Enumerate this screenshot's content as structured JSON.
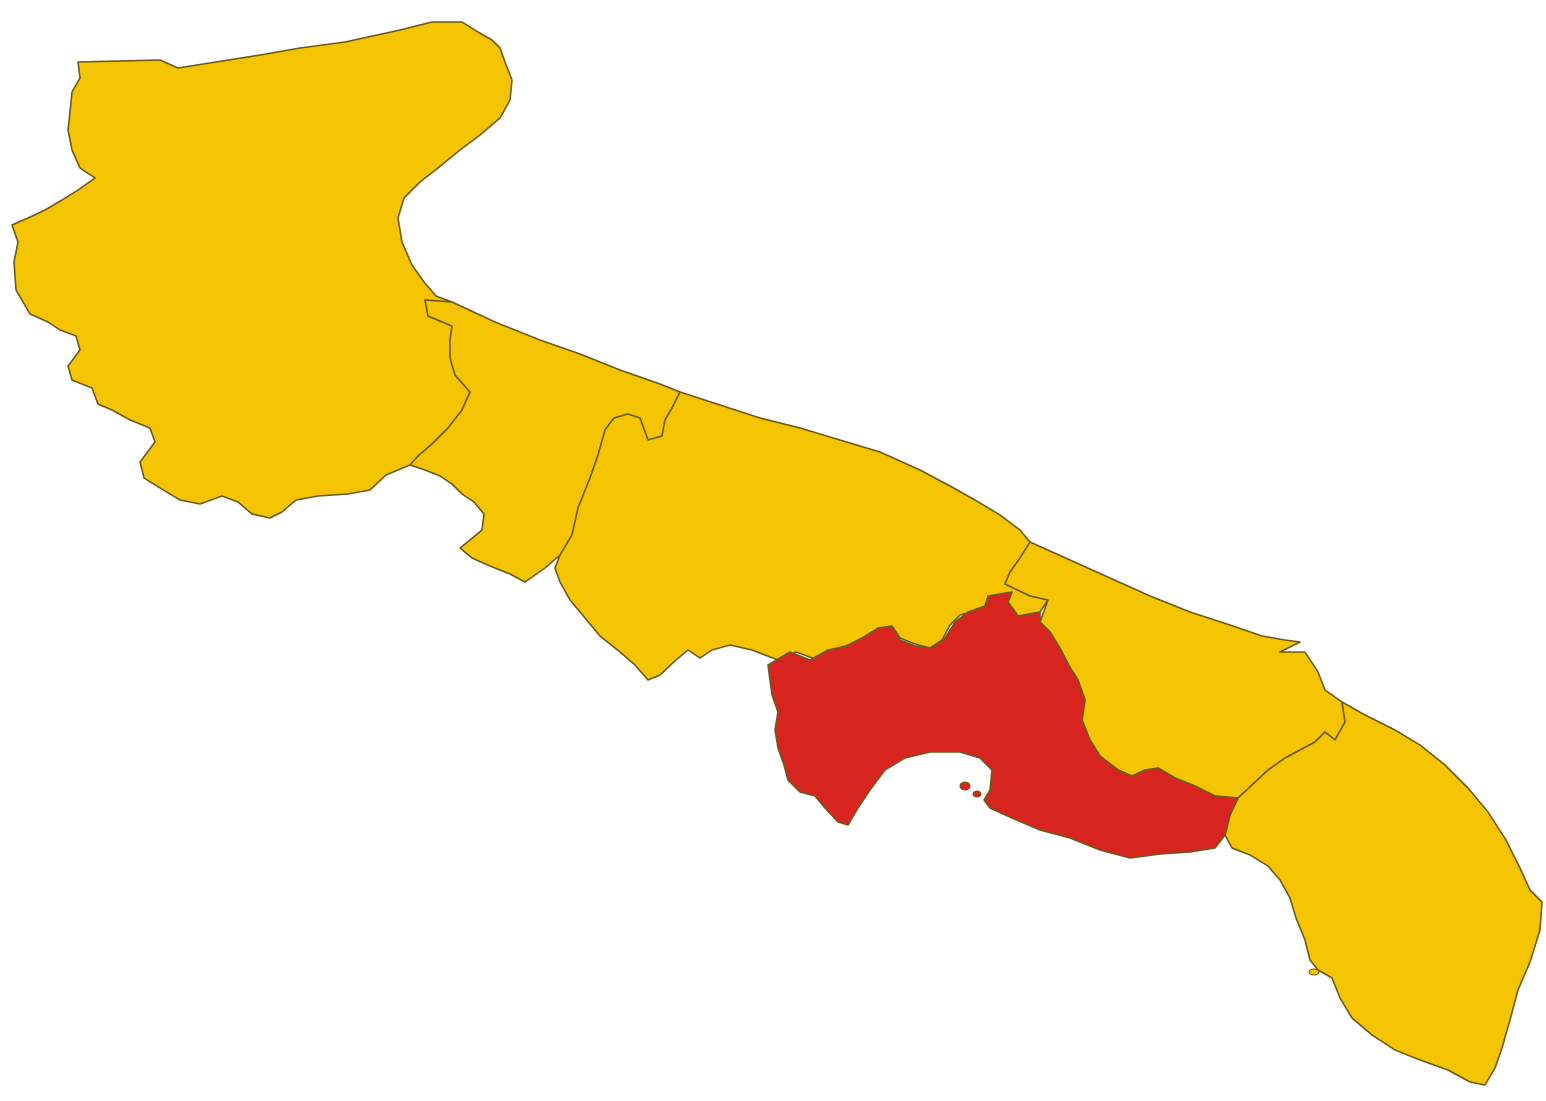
{
  "map": {
    "colors": {
      "background": "#ffffff",
      "default_fill": "#f5c400",
      "highlight_fill": "#d7241f",
      "border": "#6b5a1a"
    },
    "regions": [
      {
        "id": "foggia",
        "highlighted": false
      },
      {
        "id": "bat",
        "highlighted": false
      },
      {
        "id": "bari",
        "highlighted": false
      },
      {
        "id": "taranto",
        "highlighted": true
      },
      {
        "id": "brindisi",
        "highlighted": false
      },
      {
        "id": "lecce",
        "highlighted": false
      }
    ]
  }
}
